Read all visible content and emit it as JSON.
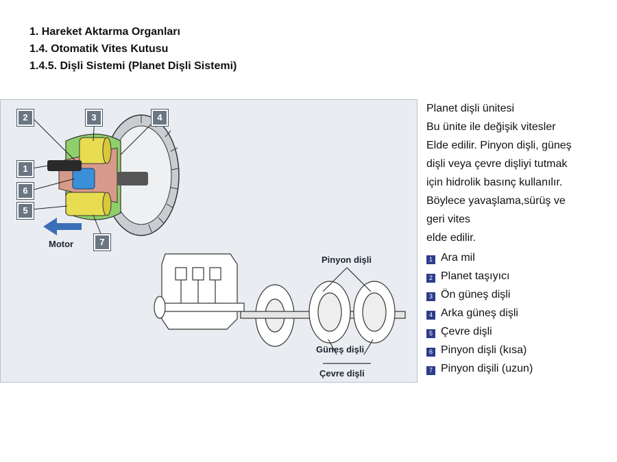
{
  "headings": [
    "1. Hareket Aktarma Organları",
    "1.4. Otomatik Vites Kutusu",
    "1.4.5. Dişli Sistemi (Planet Dişli Sistemi)"
  ],
  "description": [
    "Planet dişli ünitesi",
    "Bu ünite ile değişik vitesler",
    "Elde edilir. Pinyon dişli, güneş",
    "dişli veya çevre dişliyi tutmak",
    "için hidrolik basınç kullanılır.",
    "Böylece yavaşlama,sürüş ve",
    "geri vites",
    "elde edilir."
  ],
  "legend": [
    {
      "num": "1",
      "label": "Ara mil"
    },
    {
      "num": "2",
      "label": "Planet taşıyıcı"
    },
    {
      "num": "3",
      "label": "Ön güneş dişli"
    },
    {
      "num": "4",
      "label": "Arka güneş dişli"
    },
    {
      "num": "5",
      "label": "Çevre dişli"
    },
    {
      "num": "6",
      "label": "Pinyon dişli (kısa)"
    },
    {
      "num": "7",
      "label": "Pinyon dişili (uzun)"
    }
  ],
  "figure": {
    "callouts": [
      "2",
      "3",
      "4",
      "1",
      "6",
      "5",
      "7"
    ],
    "motor_label": "Motor",
    "pinyon_label": "Pinyon dişli",
    "gunes_label": "Güneş dişli",
    "cevre_label": "Çevre dişli"
  },
  "colors": {
    "legend_badge": "#2d3c8c",
    "callout_badge": "#6a7682",
    "arrow": "#3b6fb8",
    "ring_gear": "#8fcf6a",
    "pinion": "#e8dc50",
    "sun_gear": "#3a8fd8",
    "carrier": "#d69a8a"
  }
}
